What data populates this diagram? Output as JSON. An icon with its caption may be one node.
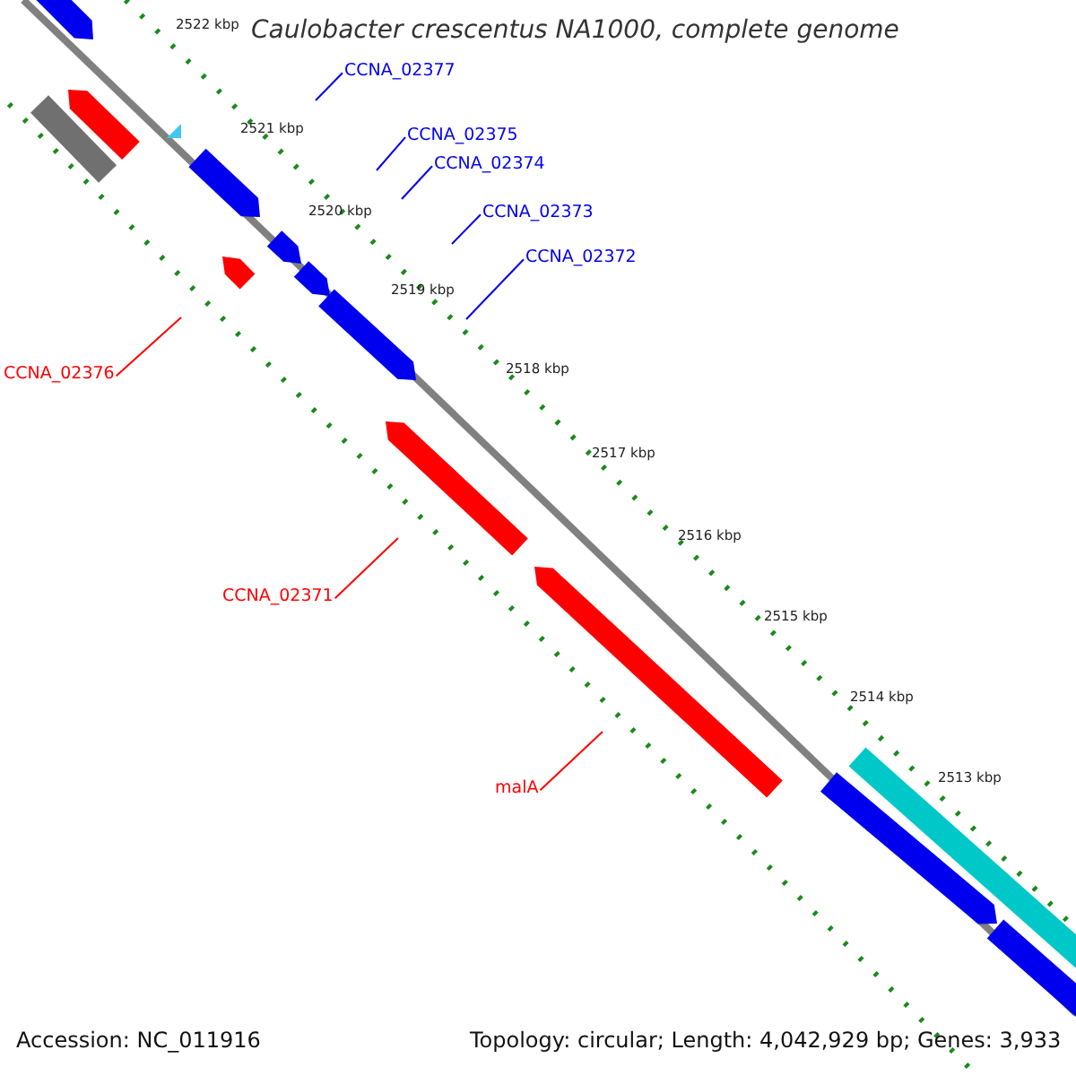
{
  "diagram": {
    "title": "Caulobacter crescentus NA1000, complete genome",
    "nodes": [
      {
        "text": [
          "CCNA_02377"
        ]
      },
      {
        "text": [
          "CCNA_02375"
        ]
      },
      {
        "text": [
          "CCNA_02374"
        ]
      },
      {
        "text": [
          "CCNA_02373"
        ]
      },
      {
        "text": [
          "CCNA_02372"
        ]
      },
      {
        "text": [
          "CCNA_02376"
        ]
      },
      {
        "text": [
          "CCNA_02371"
        ]
      },
      {
        "text": [
          "malA"
        ]
      }
    ],
    "edges": [
      {
        "from": 0,
        "to": null,
        "arrow": "none"
      },
      {
        "from": 1,
        "to": null,
        "arrow": "none"
      },
      {
        "from": 2,
        "to": null,
        "arrow": "none"
      },
      {
        "from": 3,
        "to": null,
        "arrow": "none"
      },
      {
        "from": 4,
        "to": null,
        "arrow": "none"
      },
      {
        "from": 5,
        "to": null,
        "arrow": "none",
        "color": "#ff0000"
      },
      {
        "from": 6,
        "to": null,
        "arrow": "none",
        "color": "#ff0000"
      },
      {
        "from": 7,
        "to": null,
        "arrow": "none",
        "color": "#ff0000"
      }
    ],
    "labels": [
      "2522 kbp",
      "2521 kbp",
      "2520 kbp",
      "2519 kbp",
      "2518 kbp",
      "2517 kbp",
      "2516 kbp",
      "2515 kbp",
      "2514 kbp",
      "2513 kbp",
      "Accession: NC_011916",
      "Topology: circular; Length: 4,042,929 bp; Genes: 3,933"
    ]
  }
}
